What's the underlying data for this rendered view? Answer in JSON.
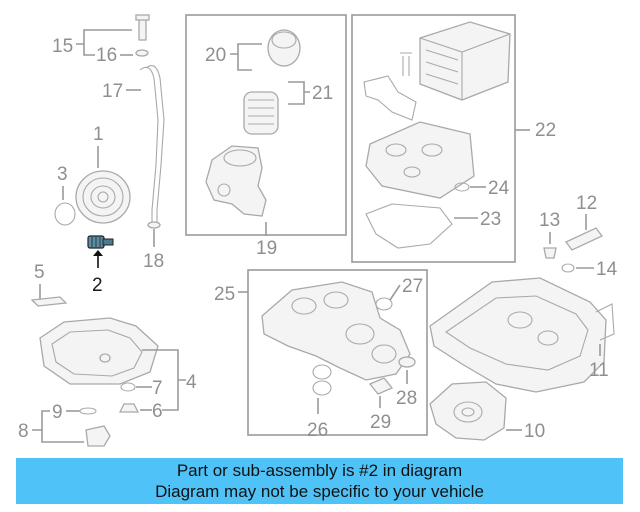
{
  "callouts": {
    "c1": "1",
    "c2": "2",
    "c3": "3",
    "c4": "4",
    "c5": "5",
    "c6": "6",
    "c7": "7",
    "c8": "8",
    "c9": "9",
    "c10": "10",
    "c11": "11",
    "c12": "12",
    "c13": "13",
    "c14": "14",
    "c15": "15",
    "c16": "16",
    "c17": "17",
    "c18": "18",
    "c19": "19",
    "c20": "20",
    "c21": "21",
    "c22": "22",
    "c23": "23",
    "c24": "24",
    "c25": "25",
    "c26": "26",
    "c27": "27",
    "c28": "28",
    "c29": "29"
  },
  "highlighted_part": "2",
  "banner": {
    "line1": "Part or sub-assembly is #2 in diagram",
    "line2": "Diagram may not be specific to your vehicle",
    "color": "#4fc3f7"
  }
}
